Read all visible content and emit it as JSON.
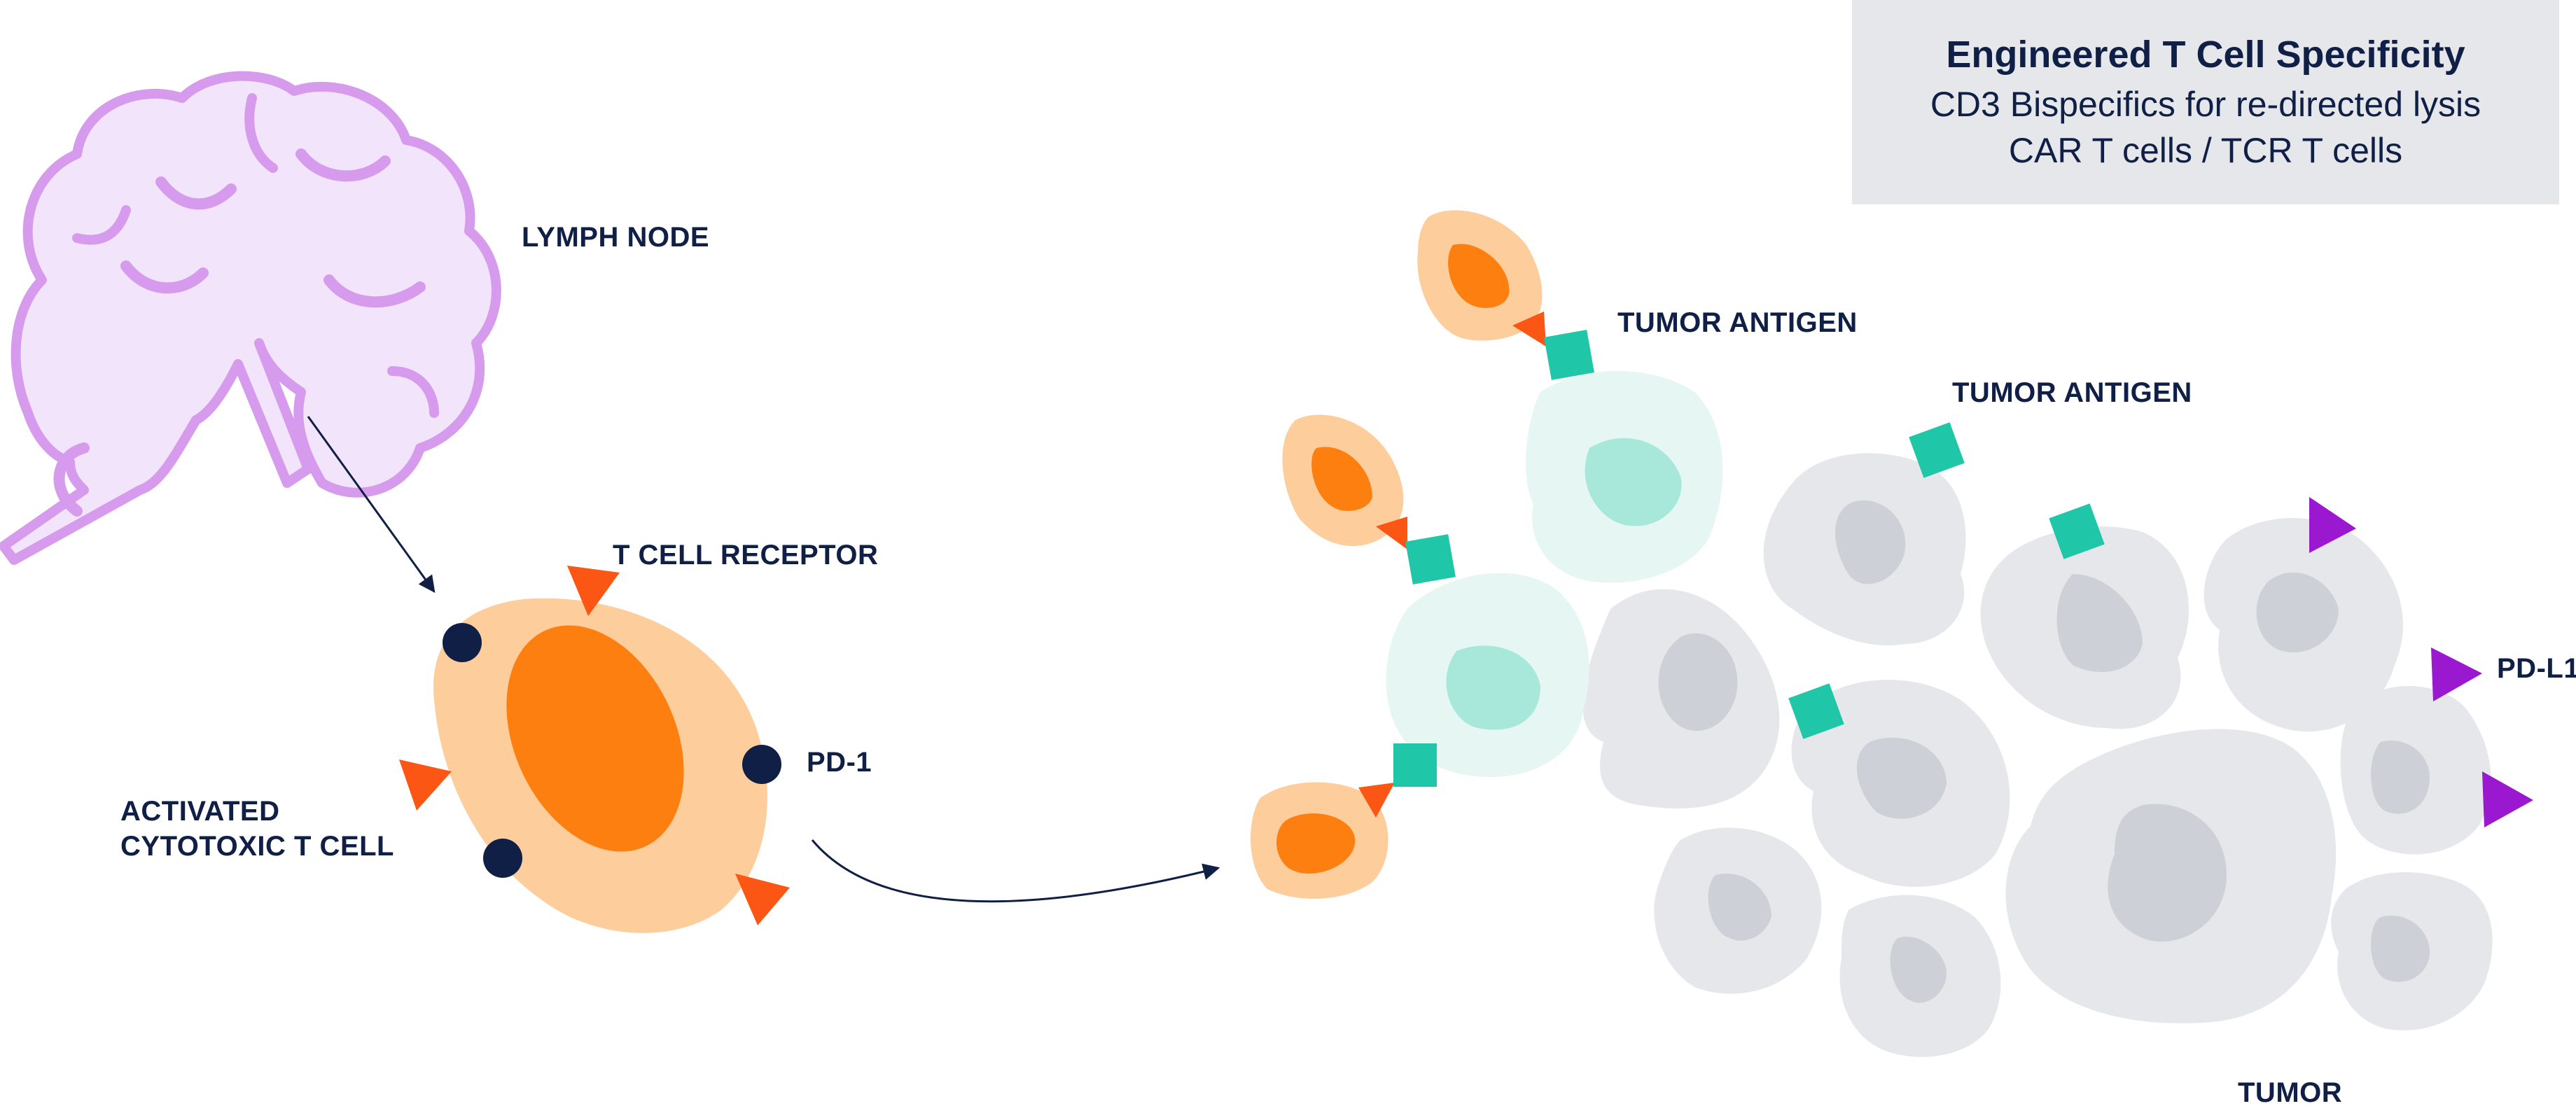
{
  "info_box": {
    "title": "Engineered T Cell Specificity",
    "line1": "CD3 Bispecifics for re-directed lysis",
    "line2": "CAR T cells / TCR T cells"
  },
  "labels": {
    "lymph_node": "LYMPH NODE",
    "t_cell_receptor": "T CELL RECEPTOR",
    "pd1": "PD-1",
    "activated_line1": "ACTIVATED",
    "activated_line2": "CYTOTOXIC T CELL",
    "tumor_antigen_1": "TUMOR ANTIGEN",
    "tumor_antigen_2": "TUMOR ANTIGEN",
    "pdl1": "PD-L1",
    "tumor": "TUMOR"
  },
  "colors": {
    "navy": "#0f1f45",
    "tcell_outer": "#fdcd9c",
    "tcell_nucleus": "#fd7f0f",
    "tcr_triangle": "#fc5615",
    "antigen_square": "#1fc6a7",
    "pdl1_triangle": "#9a18cf",
    "tumor_cell": "#e6e7ea",
    "tumor_nucleus": "#cdd0d6",
    "targeted_cell": "#e6f6f2",
    "targeted_nucleus": "#a8e8da",
    "lymph_fill": "#f2e4fa",
    "lymph_stroke": "#d79bee",
    "info_box_bg": "#e6e7ea"
  }
}
